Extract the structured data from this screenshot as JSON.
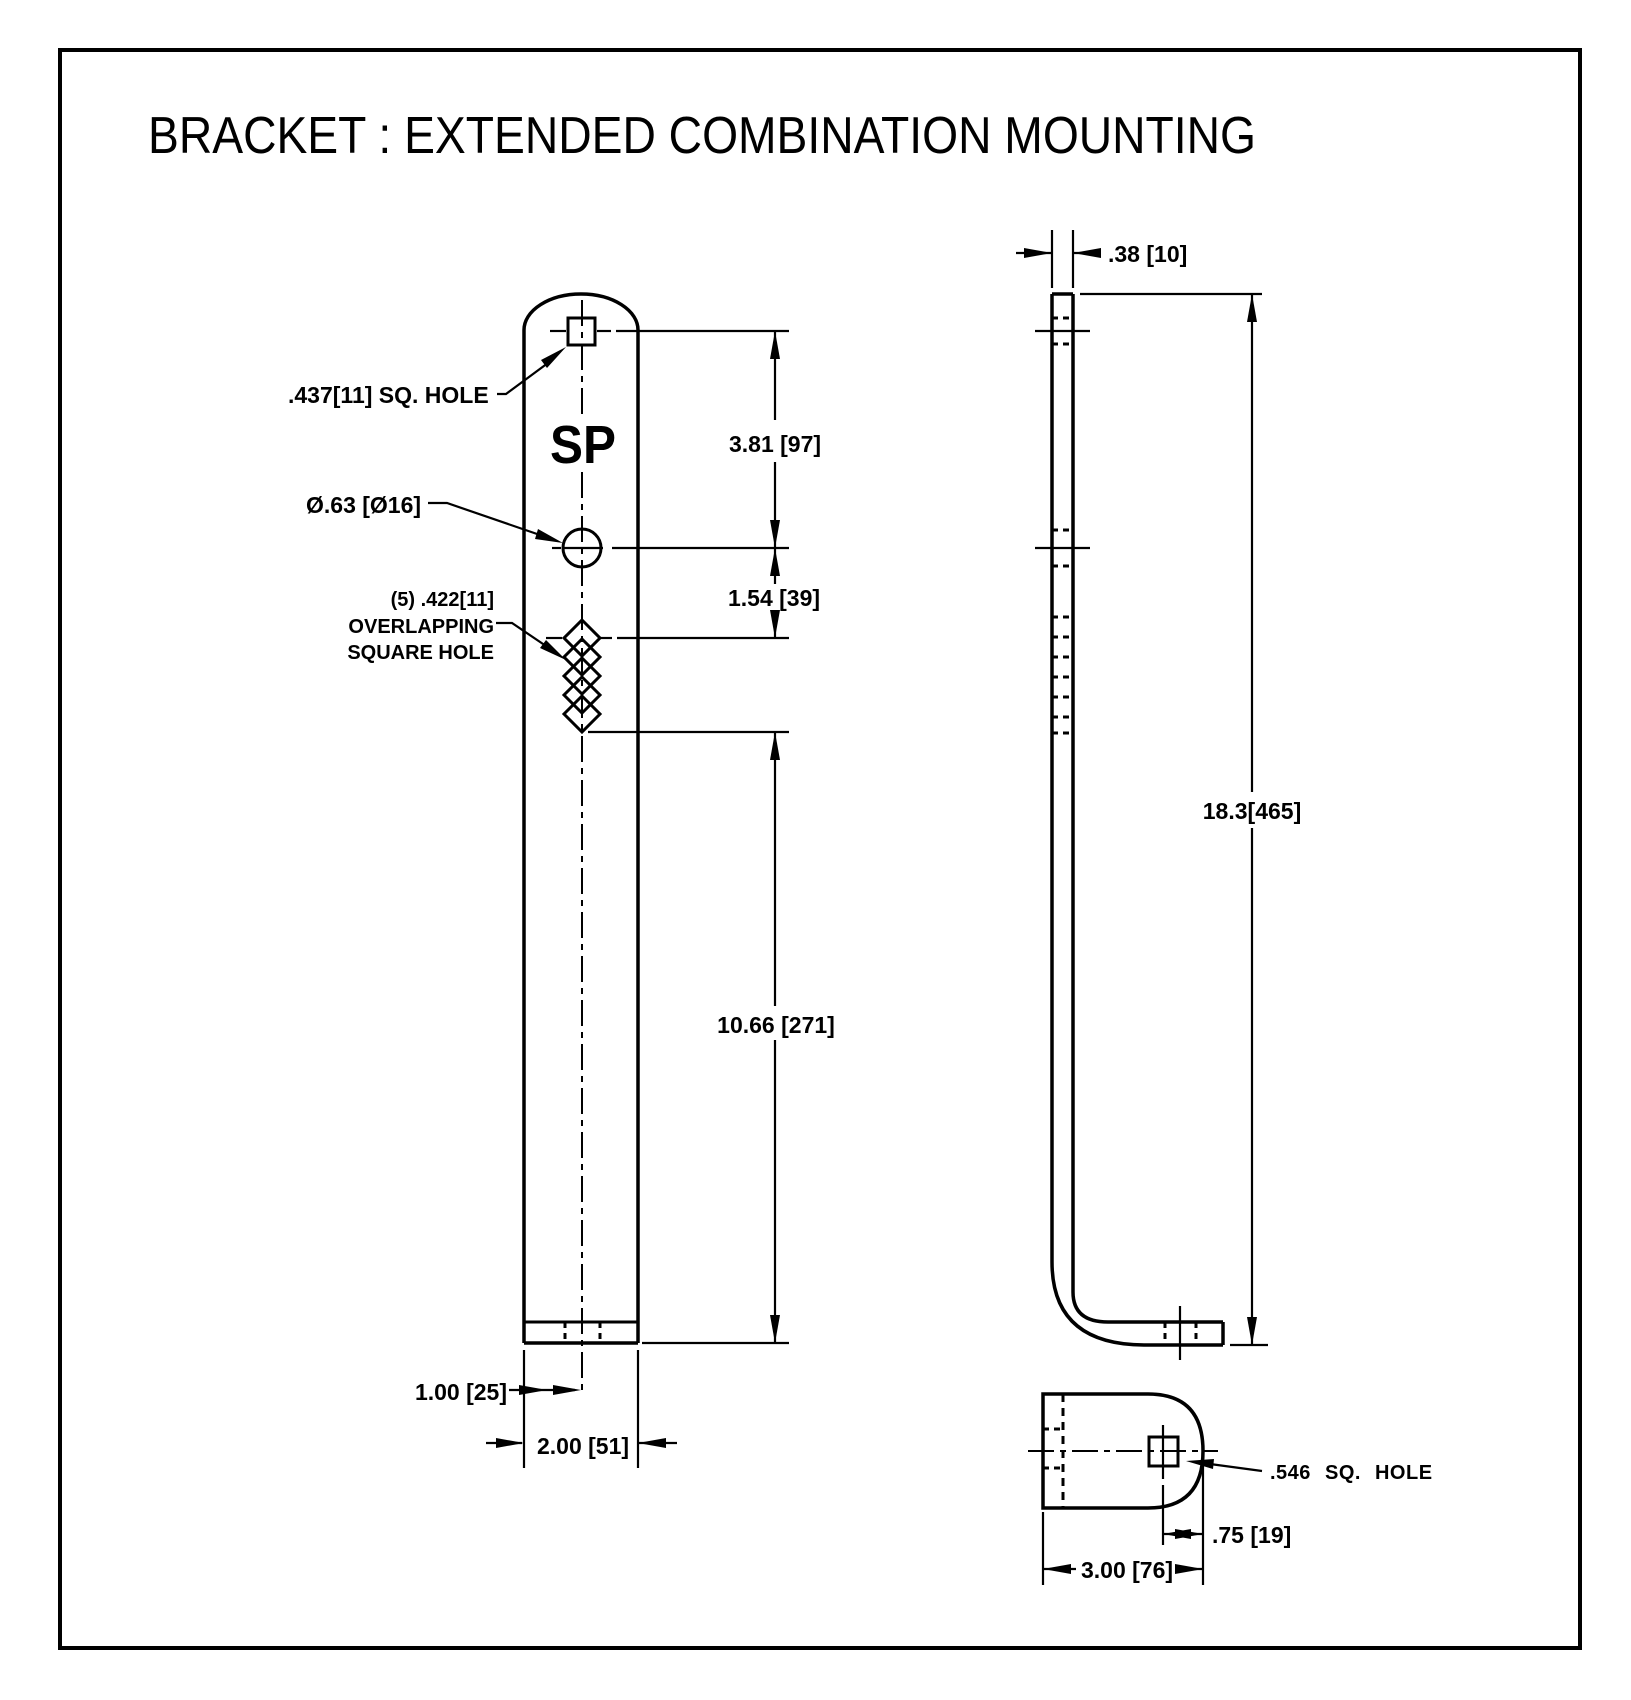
{
  "title": "BRACKET : EXTENDED COMBINATION MOUNTING",
  "front_view": {
    "part_marking": "SP",
    "labels": {
      "square_hole": ".437[11] SQ. HOLE",
      "round_hole": "Ø.63 [Ø16]",
      "overlap_line1": "(5) .422[11]",
      "overlap_line2": "OVERLAPPING",
      "overlap_line3": "SQUARE HOLE"
    },
    "dimensions": {
      "top_hole_to_round_hole": "3.81 [97]",
      "round_hole_to_slot": "1.54 [39]",
      "slot_to_bottom": "10.66 [271]",
      "center_offset": "1.00 [25]",
      "width": "2.00 [51]"
    }
  },
  "side_view": {
    "dimensions": {
      "thickness": ".38 [10]",
      "overall_height": "18.3[465]"
    }
  },
  "bottom_view": {
    "labels": {
      "square_hole": ".546  SQ.  HOLE"
    },
    "dimensions": {
      "hole_offset": ".75 [19]",
      "foot_depth": "3.00 [76]"
    }
  },
  "colors": {
    "ink": "#000000",
    "paper": "#ffffff"
  }
}
